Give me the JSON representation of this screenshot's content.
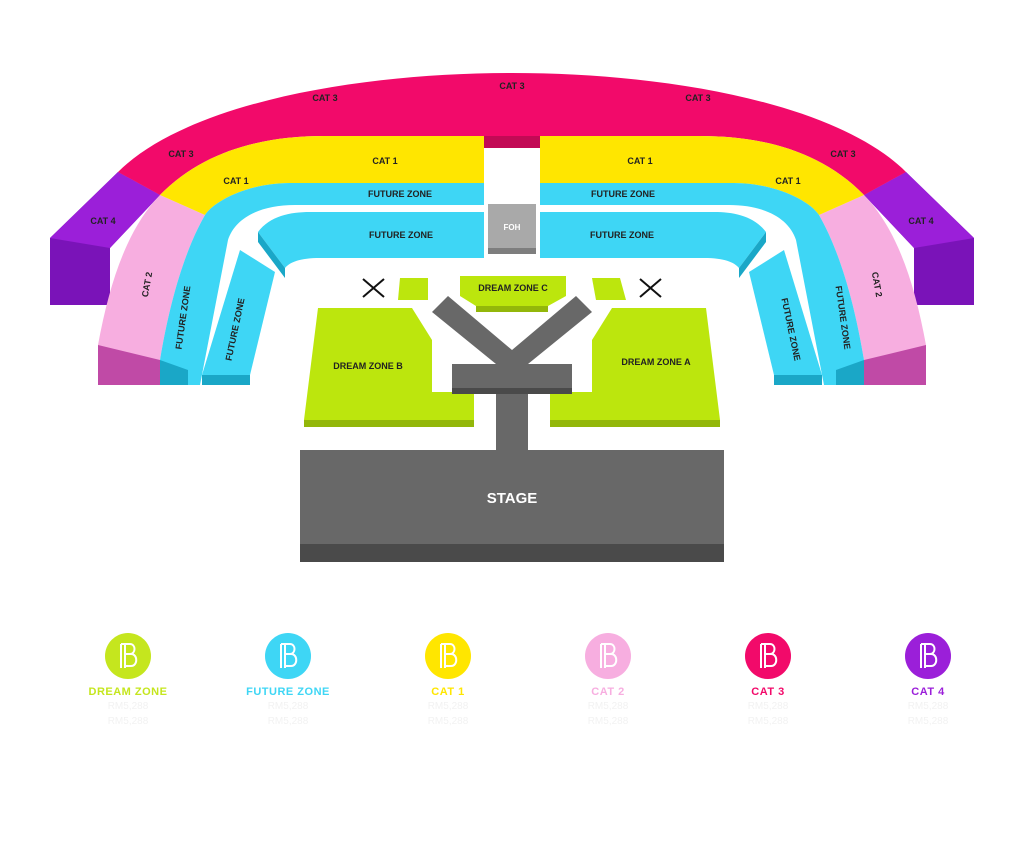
{
  "seatmap": {
    "sections": {
      "cat4": "CAT 4",
      "cat3": "CAT 3",
      "cat2": "CAT 2",
      "cat1": "CAT 1",
      "future_zone": "FUTURE ZONE",
      "foh": "FOH",
      "dream_zone_a": "DREAM ZONE A",
      "dream_zone_b": "DREAM ZONE B",
      "dream_zone_c": "DREAM ZONE C",
      "stage": "STAGE"
    },
    "colors": {
      "cat4": "#9b1fd9",
      "cat3": "#f20a6a",
      "cat2": "#f7aee0",
      "cat1": "#ffe600",
      "future_zone": "#3ed6f5",
      "dream_zone": "#bce60d",
      "stage": "#686868",
      "foh": "#a9a9a9"
    }
  },
  "legend": [
    {
      "name": "DREAM ZONE",
      "color": "#c5e61e",
      "icon": "ticket-logo-icon",
      "line1": "RM5,288",
      "line2": "RM5,288"
    },
    {
      "name": "FUTURE ZONE",
      "color": "#3ed6f5",
      "icon": "ticket-logo-icon",
      "line1": "RM5,288",
      "line2": "RM5,288"
    },
    {
      "name": "CAT 1",
      "color": "#ffe600",
      "icon": "ticket-logo-icon",
      "line1": "RM5,288",
      "line2": "RM5,288"
    },
    {
      "name": "CAT 2",
      "color": "#f7aee0",
      "icon": "ticket-logo-icon",
      "line1": "RM5,288",
      "line2": "RM5,288"
    },
    {
      "name": "CAT 3",
      "color": "#f20a6a",
      "icon": "ticket-logo-icon",
      "line1": "RM5,288",
      "line2": "RM5,288"
    },
    {
      "name": "CAT 4",
      "color": "#9b1fd9",
      "icon": "ticket-logo-icon",
      "line1": "RM5,288",
      "line2": "RM5,288"
    }
  ],
  "notes": {
    "line1": "",
    "line2": ""
  }
}
